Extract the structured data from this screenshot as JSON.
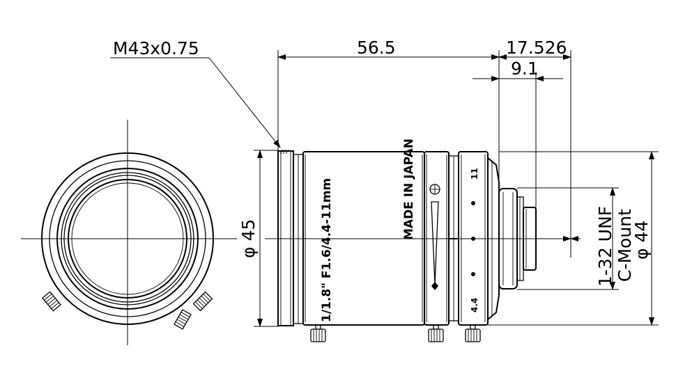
{
  "dimensions": {
    "thread": "M43x0.75",
    "length": "56.5",
    "flange_back": "17.526",
    "protrusion": "9.1",
    "diameter_front": "φ 45",
    "diameter_rear": "φ 44",
    "mount_type": "C-Mount",
    "mount_thread": "1-32 UNF"
  },
  "engravings": {
    "lens_spec": "1/1.8\" F1.6/4.4-11mm",
    "origin": "MADE IN JAPAN",
    "focal_long": "11",
    "focal_short": "4.4"
  }
}
